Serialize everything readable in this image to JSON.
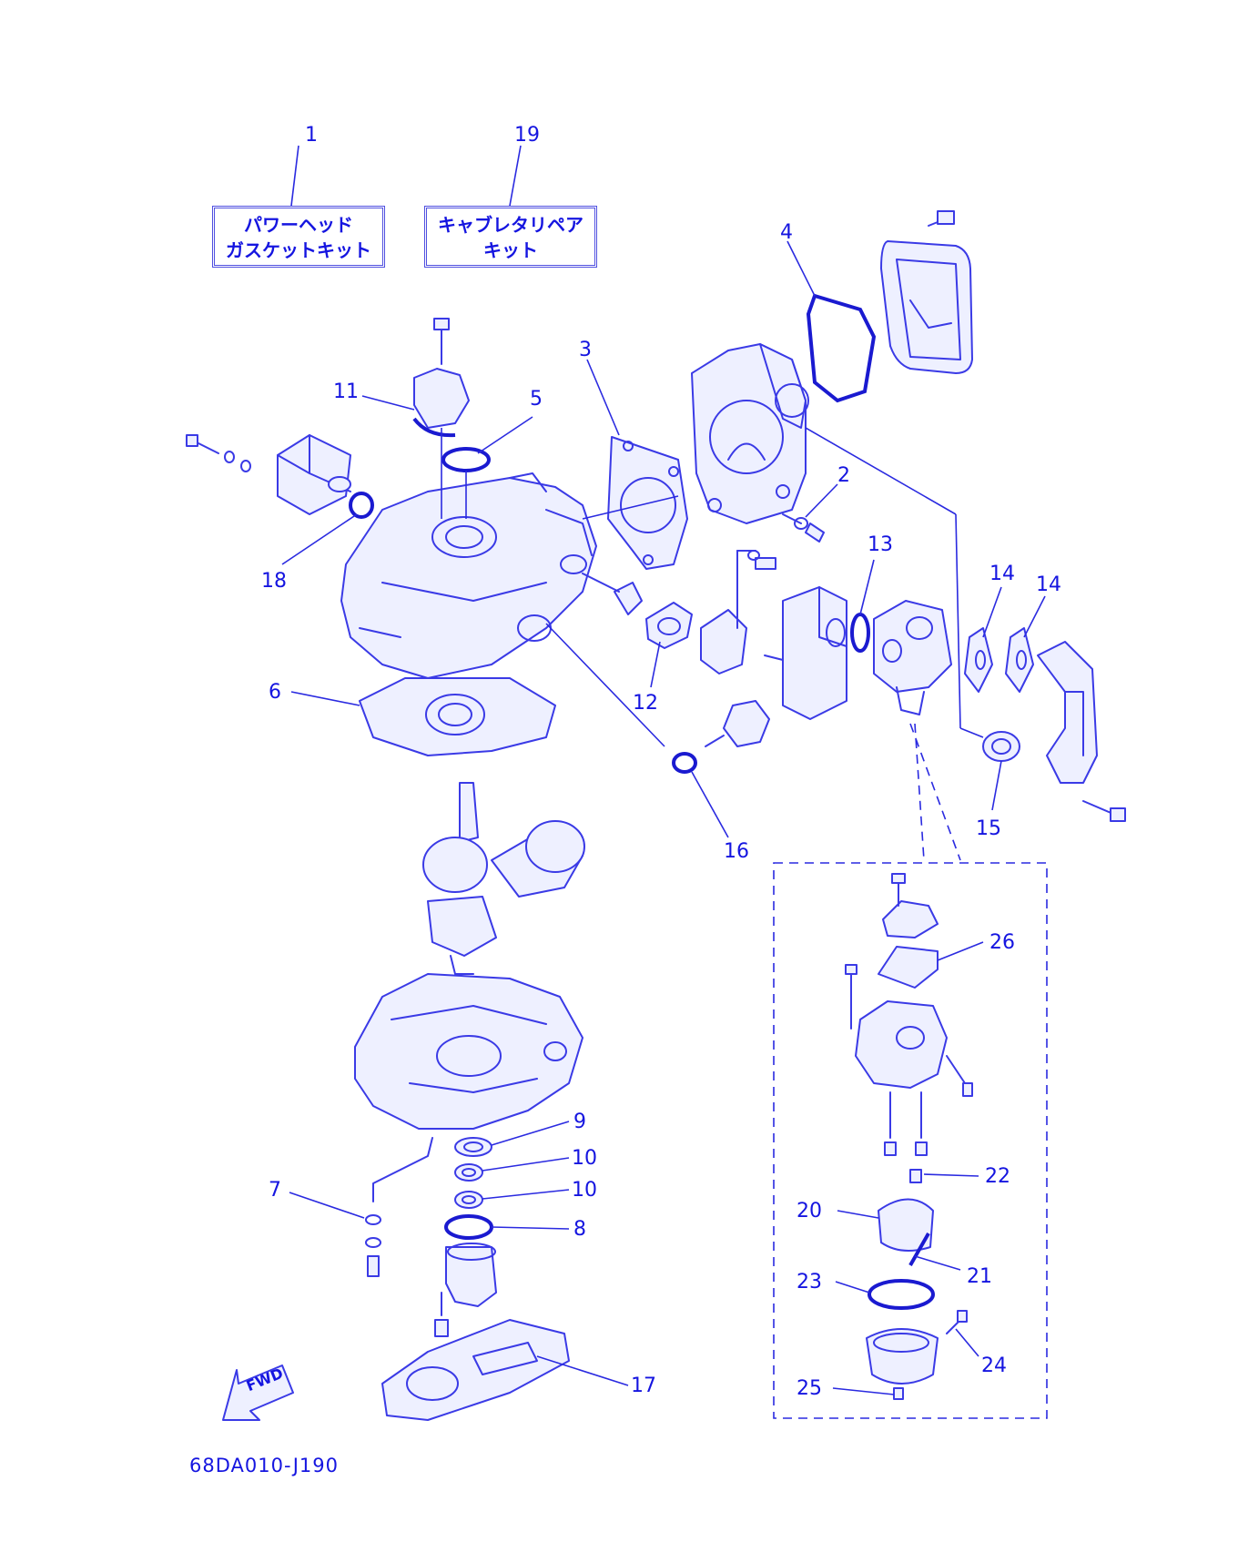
{
  "diagram": {
    "kits": [
      {
        "number": "1",
        "line1": "パワーヘッド",
        "line2": "ガスケットキット"
      },
      {
        "number": "19",
        "line1": "キャブレタリペア",
        "line2": "キット"
      }
    ],
    "part_labels": [
      "11",
      "5",
      "3",
      "4",
      "2",
      "18",
      "13",
      "14",
      "14",
      "6",
      "12",
      "16",
      "15",
      "26",
      "9",
      "10",
      "10",
      "7",
      "8",
      "22",
      "20",
      "21",
      "23",
      "24",
      "17",
      "25"
    ],
    "fwd_label": "FWD",
    "drawing_code": "68DA010-J190",
    "colors": {
      "ink": "#1515e0",
      "line": "#3a3ae6",
      "fill": "#eef0ff"
    }
  }
}
